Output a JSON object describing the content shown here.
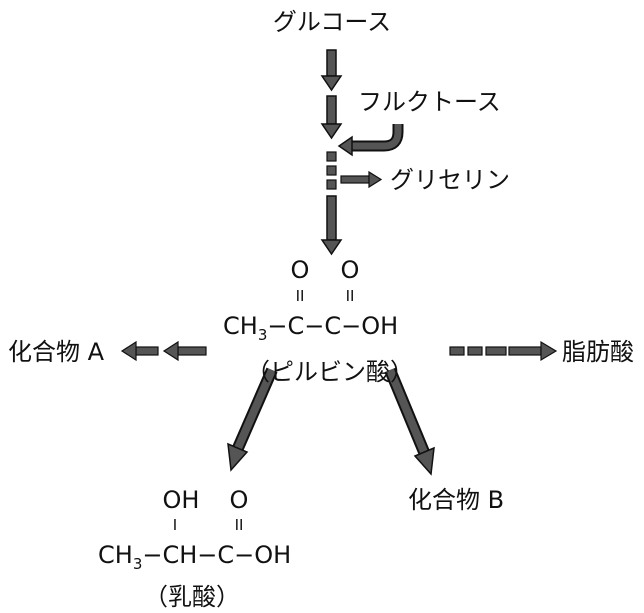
{
  "labels": {
    "glucose": "グルコース",
    "fructose": "フルクトース",
    "glycerin": "グリセリン",
    "compound_a": "化合物 A",
    "fatty_acid": "脂肪酸",
    "pyruvic_acid_name": "（ピルビン酸）",
    "compound_b": "化合物 B",
    "lactic_acid_name": "（乳酸）"
  },
  "pyruvic_formula": {
    "o1": "O",
    "o2": "O",
    "double_bond": "II",
    "ch3": "CH",
    "sub3": "3",
    "chain": "−C−C−OH"
  },
  "lactic_formula": {
    "oh_top": "OH",
    "o_top": "O",
    "single_bond": "I",
    "double_bond": "II",
    "ch3": "CH",
    "sub3": "3",
    "chain": "−CH−C−OH"
  },
  "colors": {
    "arrow_fill": "#555555",
    "arrow_stroke": "#111111",
    "text": "#111111"
  }
}
